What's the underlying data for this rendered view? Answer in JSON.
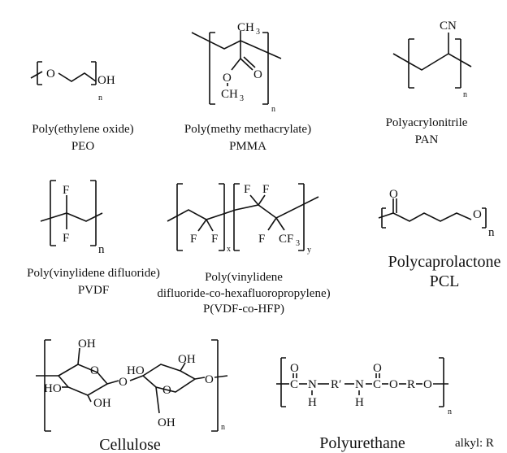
{
  "compounds": {
    "peo": {
      "name": "Poly(ethylene oxide)",
      "abbr": "PEO",
      "atoms": {
        "o": "O",
        "oh": "OH",
        "n": "n"
      }
    },
    "pmma": {
      "name": "Poly(methy methacrylate)",
      "abbr": "PMMA",
      "atoms": {
        "ch3_top": "CH",
        "ch3_top_sub": "3",
        "o_dbl": "O",
        "o_single": "O",
        "ch3_bot": "CH",
        "ch3_bot_sub": "3",
        "n": "n"
      }
    },
    "pan": {
      "name": "Polyacrylonitrile",
      "abbr": "PAN",
      "atoms": {
        "cn": "CN",
        "n": "n"
      }
    },
    "pvdf": {
      "name": "Poly(vinylidene difluoride)",
      "abbr": "PVDF",
      "atoms": {
        "f_top": "F",
        "f_bot": "F",
        "n": "n"
      }
    },
    "pvdf_hfp": {
      "name_line1": "Poly(vinylidene",
      "name_line2": "difluoride-co-hexafluoropropylene)",
      "abbr": "P(VDF-co-HFP)",
      "atoms": {
        "f1": "F",
        "f2": "F",
        "f3": "F",
        "f4": "F",
        "f5": "F",
        "cf3": "CF",
        "cf3_sub": "3",
        "x": "x",
        "y": "y"
      }
    },
    "pcl": {
      "name": "Polycaprolactone",
      "abbr": "PCL",
      "atoms": {
        "o_dbl": "O",
        "o_ring": "O",
        "n": "n"
      }
    },
    "cellulose": {
      "name": "Cellulose",
      "atoms": {
        "oh1": "OH",
        "oh2": "OH",
        "ho1": "HO",
        "ho2": "HO",
        "oh3": "OH",
        "oh4": "OH",
        "o1": "O",
        "o2": "O",
        "o3": "O",
        "o4": "O",
        "n": "n"
      }
    },
    "polyurethane": {
      "name": "Polyurethane",
      "atoms": {
        "o1": "O",
        "c1": "C",
        "n1": "N",
        "h1": "H",
        "r_prime": "R′",
        "n2": "N",
        "h2": "H",
        "o2": "O",
        "c2": "C",
        "o3": "O",
        "r": "R",
        "o4": "O",
        "n": "n"
      }
    },
    "footer_note": "alkyl: R"
  }
}
